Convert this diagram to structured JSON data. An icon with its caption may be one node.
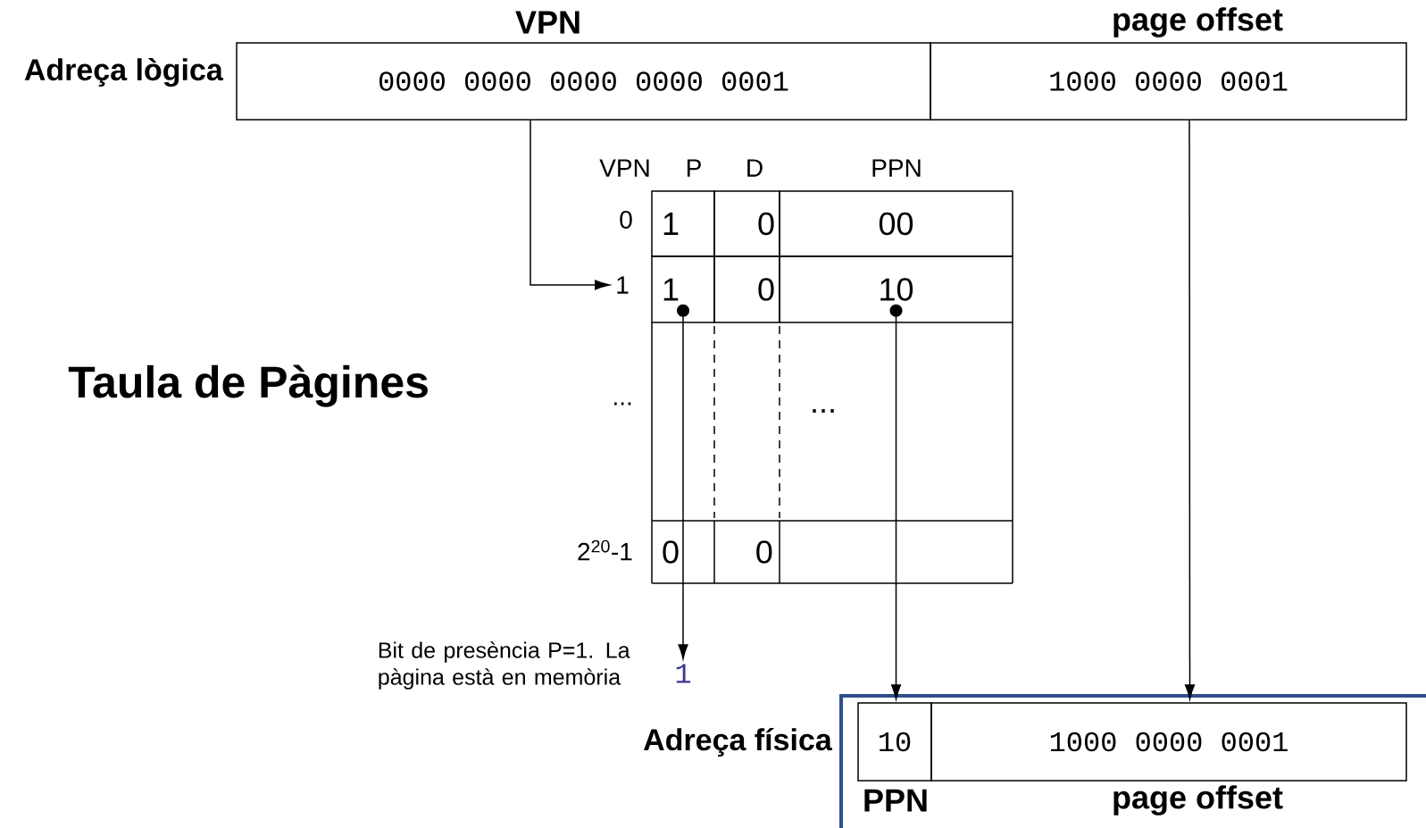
{
  "diagram": {
    "title": "Taula de Pàgines",
    "nodes": [
      {
        "text": [
          "VPN",
          "0000 0000 0000 0000 0001"
        ]
      },
      {
        "text": [
          "page offset",
          "1000 0000 0001"
        ]
      },
      {
        "text": [
          "1"
        ]
      },
      {
        "text": [
          "0"
        ]
      },
      {
        "text": [
          "00"
        ]
      },
      {
        "text": [
          "1"
        ]
      },
      {
        "text": [
          "1"
        ]
      },
      {
        "text": [
          "0"
        ]
      },
      {
        "text": [
          "10"
        ]
      },
      {
        "text": [
          "1"
        ],
        "beside": [
          "Bit de presència P=1. La pàgina està en memòria"
        ]
      },
      {
        "text": [
          "10",
          "PPN"
        ]
      },
      {
        "text": [
          "1000 0000 0001",
          "page offset"
        ]
      }
    ],
    "edges": [
      {
        "from": 0,
        "to": 5,
        "arrow": "to"
      },
      {
        "from": 6,
        "to": 9,
        "arrow": "to"
      },
      {
        "from": 8,
        "to": 10,
        "arrow": "to"
      },
      {
        "from": 1,
        "to": 11,
        "arrow": "to"
      }
    ],
    "labels": [
      "Adreça lògica",
      "VPN",
      "P",
      "D",
      "PPN",
      "0",
      "...",
      "...",
      "2$^{20}$-1",
      "0",
      "0",
      "Adreça física"
    ]
  }
}
